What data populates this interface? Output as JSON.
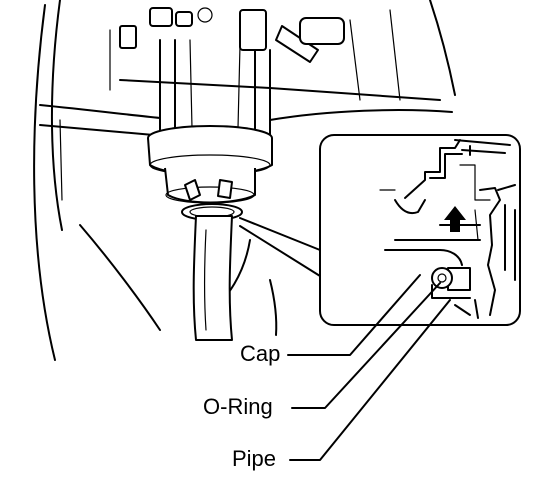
{
  "labels": {
    "cap": "Cap",
    "o_ring": "O-Ring",
    "pipe": "Pipe"
  },
  "colors": {
    "line": "#000000",
    "background": "#ffffff"
  }
}
